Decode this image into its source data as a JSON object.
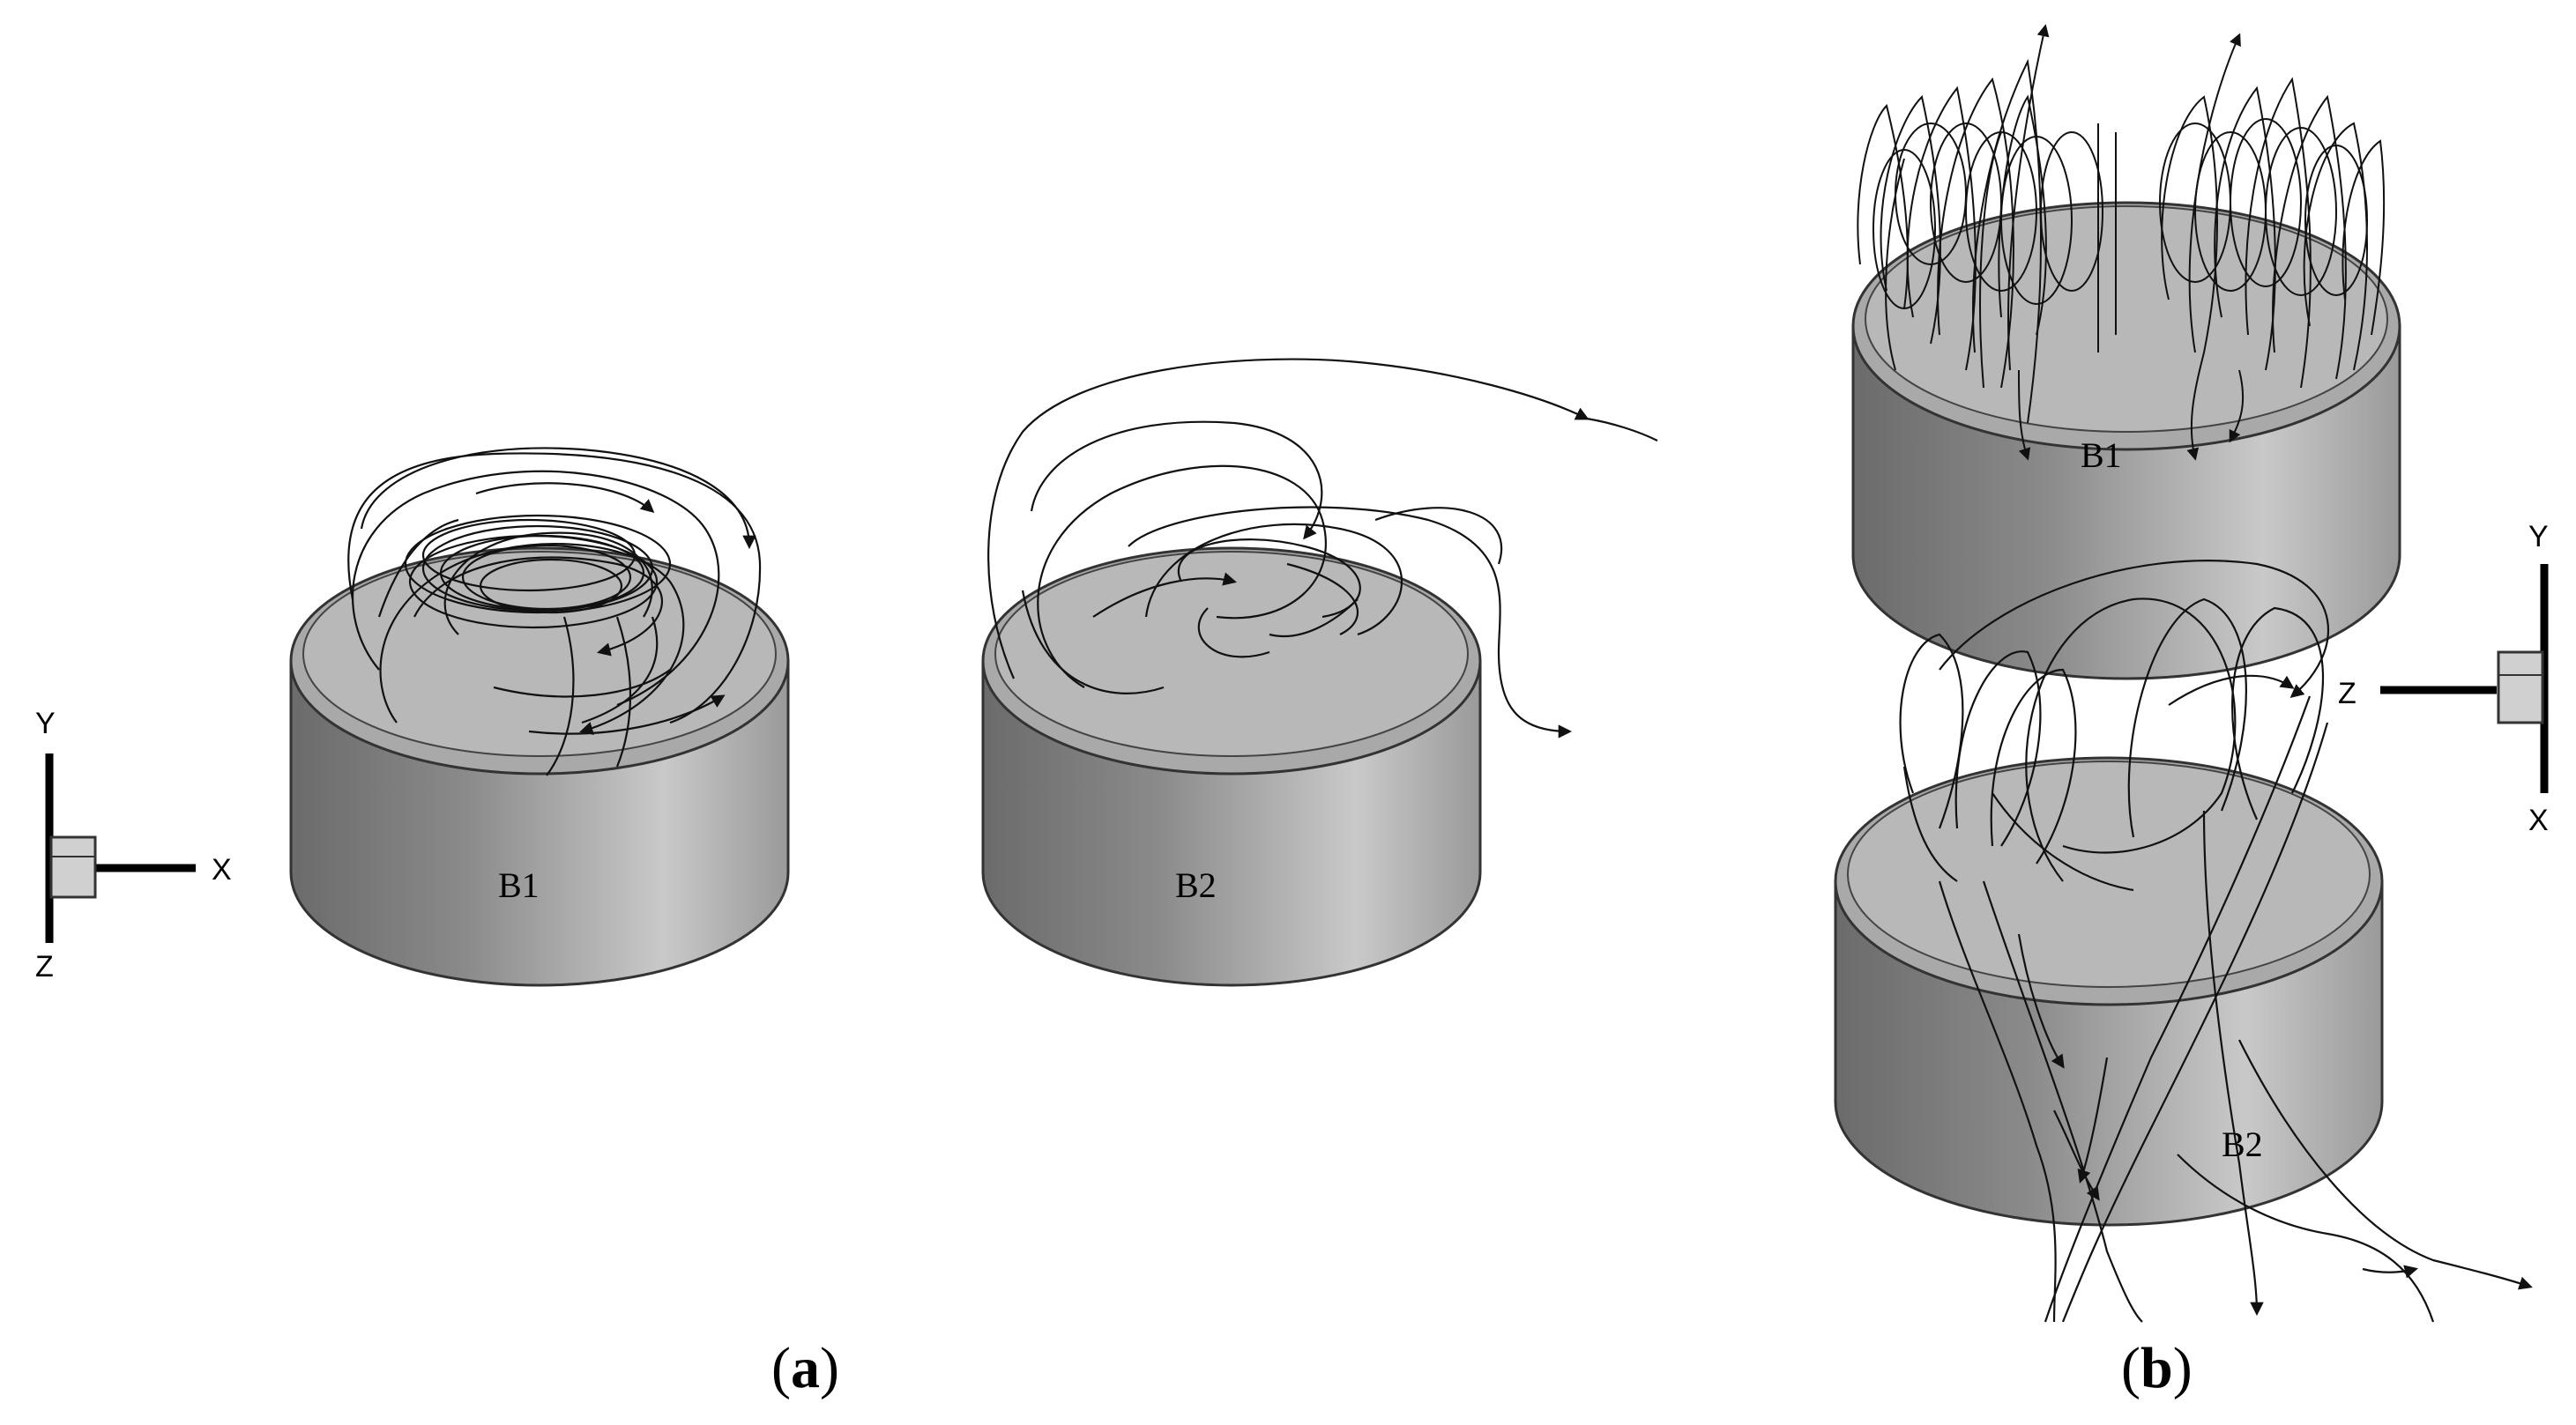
{
  "panel_a": {
    "cylinder_left_label": "B1",
    "cylinder_right_label": "B2",
    "axes": {
      "up": "Y",
      "right": "X",
      "down": "Z"
    },
    "caption_open": "(",
    "caption_letter": "a",
    "caption_close": ")"
  },
  "panel_b": {
    "cylinder_top_label": "B1",
    "cylinder_bottom_label": "B2",
    "axes": {
      "up": "Y",
      "left": "Z",
      "down": "X"
    },
    "caption_open": "(",
    "caption_letter": "b",
    "caption_close": ")"
  },
  "colors": {
    "cylinder_top": "#b5b5b5",
    "cylinder_side_dark": "#5a5a5a",
    "cylinder_side_light": "#c8c8c8",
    "streamline": "#111111"
  }
}
